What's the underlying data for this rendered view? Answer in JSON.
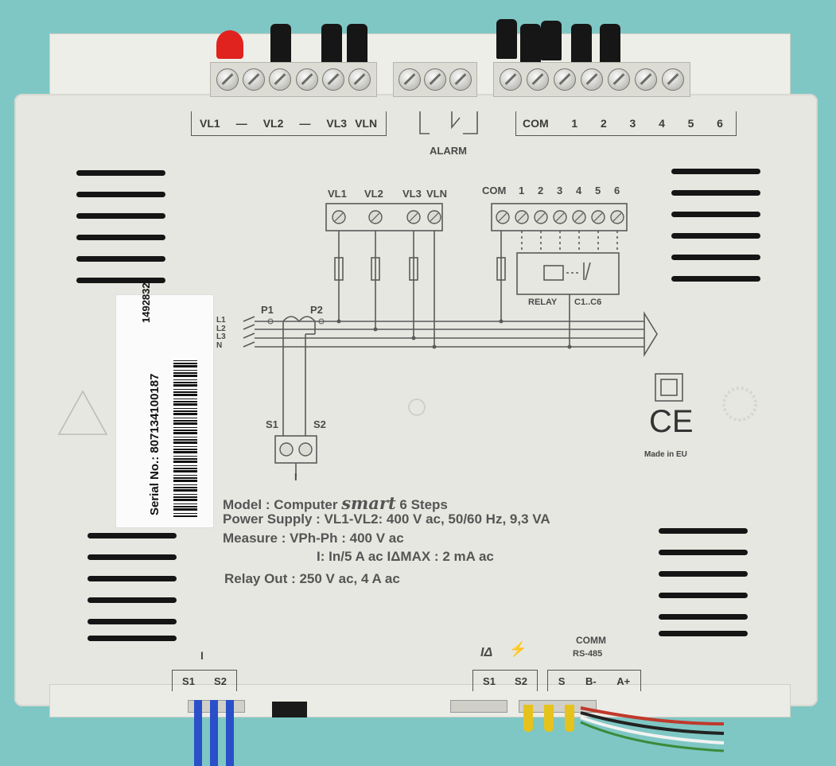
{
  "top_terminals": {
    "voltage_labels": [
      "VL1",
      "VL2",
      "VL3",
      "VLN"
    ],
    "alarm_label": "ALARM",
    "output_labels": [
      "COM",
      "1",
      "2",
      "3",
      "4",
      "5",
      "6"
    ]
  },
  "schematic": {
    "voltage_labels": [
      "VL1",
      "VL2",
      "VL3",
      "VLN"
    ],
    "output_labels": [
      "COM",
      "1",
      "2",
      "3",
      "4",
      "5",
      "6"
    ],
    "relay_label": "RELAY",
    "relay_range": "C1..C6",
    "line_labels": [
      "L1",
      "L2",
      "L3",
      "N"
    ],
    "p1": "P1",
    "p2": "P2",
    "s1": "S1",
    "s2": "S2",
    "ct_label": "I"
  },
  "serial": {
    "number": "1492832",
    "label": "Serial No.: 807134100187"
  },
  "marks": {
    "ce": "CE",
    "made_in": "Made in EU"
  },
  "specs": {
    "model_prefix": "Model : Computer",
    "model_brand": "smart",
    "model_suffix": "6 Steps",
    "power_supply": "Power Supply : VL1-VL2: 400 V ac, 50/60 Hz, 9,3 VA",
    "measure": "Measure : VPh-Ph : 400 V ac",
    "current": "I: In/5 A ac  IΔMAX : 2 mA ac",
    "relay_out": "Relay Out : 250 V ac, 4 A ac"
  },
  "bottom_terminals": {
    "ct_label": "I",
    "ct_pins": [
      "S1",
      "S2"
    ],
    "leak_pins": [
      "S1",
      "S2"
    ],
    "leak_symbol": "IΔ",
    "comm_title": "COMM",
    "comm_sub": "RS-485",
    "comm_pins": [
      "S",
      "B-",
      "A+"
    ]
  },
  "colors": {
    "background": "#7fc7c4",
    "housing": "#e7e7e1",
    "text": "#4a4a4a",
    "red_cap": "#e0231f",
    "blue_wire": "#2a4fc9",
    "yellow_tip": "#e6c21d"
  }
}
